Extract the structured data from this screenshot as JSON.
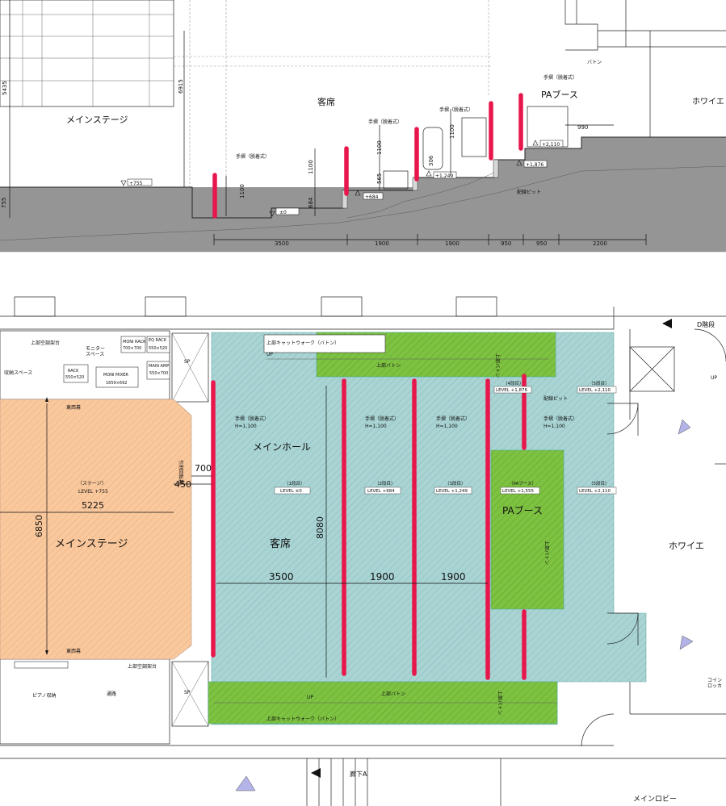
{
  "section": {
    "main_stage": "メインステージ",
    "audience": "客席",
    "pa_booth": "PAブース",
    "foyer": "ホワイエ",
    "batten": "バトン",
    "wiring_pit": "配線ピット",
    "handrail": "手摺（脱着式）",
    "level_755": "+755",
    "level_0": "±0",
    "level_684": "+684",
    "level_1249": "+1,249",
    "level_1876": "+1,876",
    "level_2110": "+2,110",
    "dim_5435": "5435",
    "dim_6915": "6915",
    "dim_755": "755",
    "dim_1100a": "1100",
    "dim_1100b": "1100",
    "dim_1100c": "1100",
    "dim_1100d": "1100",
    "dim_684": "684",
    "dim_565": "565",
    "dim_306": "306",
    "dim_990": "990",
    "bottom_dims": [
      "3500",
      "1900",
      "1900",
      "950",
      "950",
      "2200"
    ]
  },
  "plan": {
    "upper_ac": "上部空調架台",
    "monitor_space": "モニター\nスペース",
    "storage_space": "収納スペース",
    "moni_rack": "MONI RACK",
    "moni_rack_size": "700×700",
    "eq_rack": "EQ RACK",
    "eq_rack_size": "550×520",
    "rack": "RACK",
    "rack_size": "550×520",
    "moni_mixer": "MONI MIXER",
    "moni_mixer_size": "1659×692",
    "main_amp": "MAIN AMP",
    "main_amp_size": "550×700",
    "sp": "SP",
    "curtain_east_west": "東西幕",
    "sliding_curtain": "引割回転幕",
    "stage_label": "（ステージ）",
    "stage_level": "LEVEL +755",
    "dim_700": "700",
    "dim_450": "450",
    "dim_5225": "5225",
    "dim_6850": "6850",
    "dim_8080": "8080",
    "dim_3500": "3500",
    "dim_1900a": "1900",
    "dim_1900b": "1900",
    "main_stage": "メインステージ",
    "main_hall": "メインホール",
    "audience": "客席",
    "handrail": "手摺（脱着式）",
    "handrail_h": "H=1,100",
    "catwalk": "上部キャットウォーク（バトン）",
    "upper_batten": "上部バトン",
    "batten_vertical": "上部バトン",
    "pa_booth": "PAブース",
    "wiring_pit": "配線ピット",
    "tier1": "（1段目）",
    "tier1_level": "LEVEL ±0",
    "tier2": "（2段目）",
    "tier2_level": "LEVEL +684",
    "tier3": "（3段目）",
    "tier3_level": "LEVEL +1,249",
    "tier4": "（4段目）",
    "tier4_level": "LEVEL +1,876",
    "tier5a": "（5段目）",
    "tier5a_level": "LEVEL +2,110",
    "tier5b": "（5段目）",
    "tier5b_level": "LEVEL +2,110",
    "pa_label": "（PAブース）",
    "pa_level": "LEVEL +1,555",
    "d_stairs": "D階段",
    "up": "UP",
    "foyer": "ホワイエ",
    "coin_locker": "コイン\nロッカ",
    "piano_storage": "ピアノ収納",
    "passage": "通路",
    "corridor": "廊下A",
    "main_lobby": "メインロビー"
  }
}
